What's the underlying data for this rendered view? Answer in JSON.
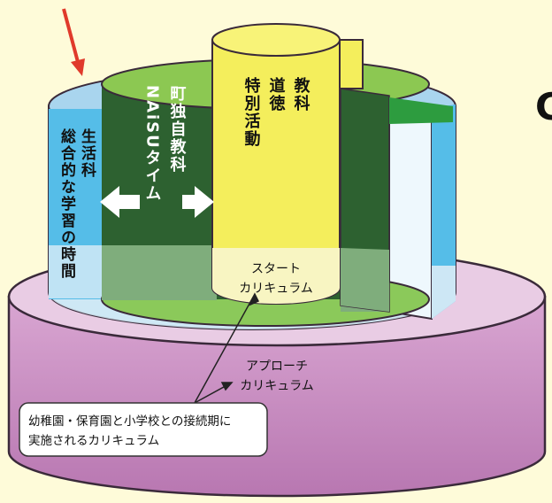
{
  "labels": {
    "seikatsu": "生活科",
    "sougou": "総合的な学習の時間",
    "naisu_top": "町独自教科",
    "naisu_bottom": "NAiSUタイム",
    "kyouka": "教科",
    "doutoku": "道徳",
    "tokubetsu": "特別活動",
    "start_line1": "スタート",
    "start_line2": "カリキュラム",
    "approach_line1": "アプローチ",
    "approach_line2": "カリキュラム",
    "callout_line1": "幼稚園・保育園と小学校との接続期に",
    "callout_line2": "実施されるカリキュラム",
    "edge_glyph": "C"
  },
  "colors": {
    "background": "#fefbd9",
    "outer_ring": "#c98cc2",
    "outer_ring_top": "#e8cbe3",
    "blue_ring": "#8fc7ea",
    "light_blue": "#bfe0f4",
    "green_ring": "#7fc24c",
    "dark_green": "#2d6130",
    "yellow": "#f4ee5c",
    "arrow_red": "#e03a2b"
  }
}
